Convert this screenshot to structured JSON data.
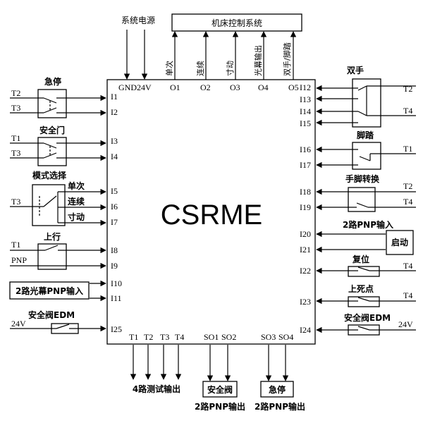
{
  "main": {
    "label": "CSRME",
    "top_pins": [
      "GND",
      "24V",
      "O1",
      "O2",
      "O3",
      "O4",
      "O5"
    ],
    "left_pins": [
      "I1",
      "I2",
      "I3",
      "I4",
      "I5",
      "I6",
      "I7",
      "I8",
      "I9",
      "I10",
      "I11",
      "I25"
    ],
    "right_pins": [
      "I12",
      "I13",
      "I14",
      "I15",
      "I16",
      "I17",
      "I18",
      "I19",
      "I20",
      "I21",
      "I22",
      "I23",
      "I24"
    ],
    "bottom_pins": [
      "T1",
      "T2",
      "T3",
      "T4",
      "SO1",
      "SO2",
      "SO3",
      "SO4"
    ]
  },
  "top": {
    "power_label": "系统电源",
    "machine_box": "机床控制系统",
    "output_labels": [
      "单次",
      "连续",
      "寸动",
      "光幕输出",
      "双手/脚踏"
    ]
  },
  "left": {
    "estop": {
      "title": "急停",
      "t_a": "T2",
      "t_b": "T3"
    },
    "door": {
      "title": "安全门",
      "t_a": "T1",
      "t_b": "T3"
    },
    "mode": {
      "title": "模式选择",
      "t": "T3",
      "opts": [
        "单次",
        "连续",
        "寸动"
      ]
    },
    "up": {
      "title": "上行",
      "t": "T1",
      "pnp": "PNP"
    },
    "curtain": "2路光幕PNP输入",
    "valve": {
      "v": "24V",
      "title": "安全阀EDM"
    }
  },
  "right": {
    "two_hand": {
      "title": "双手",
      "t_a": "T2",
      "t_b": "T4"
    },
    "foot": {
      "title": "脚踏",
      "t": "T1"
    },
    "switch": {
      "title": "手脚转换",
      "t_a": "T2",
      "t_b": "T4"
    },
    "start_in": "2路PNP输入",
    "start_box": "启动",
    "reset": {
      "title": "复位",
      "t": "T4"
    },
    "tdc": {
      "title": "上死点",
      "t": "T4"
    },
    "valve": {
      "title": "安全阀EDM",
      "v": "24V"
    }
  },
  "bottom": {
    "test_out": "4路测试输出",
    "valve_box": "安全阀",
    "valve_out": "2路PNP输出",
    "estop_box": "急停",
    "estop_out": "2路PNP输出"
  }
}
